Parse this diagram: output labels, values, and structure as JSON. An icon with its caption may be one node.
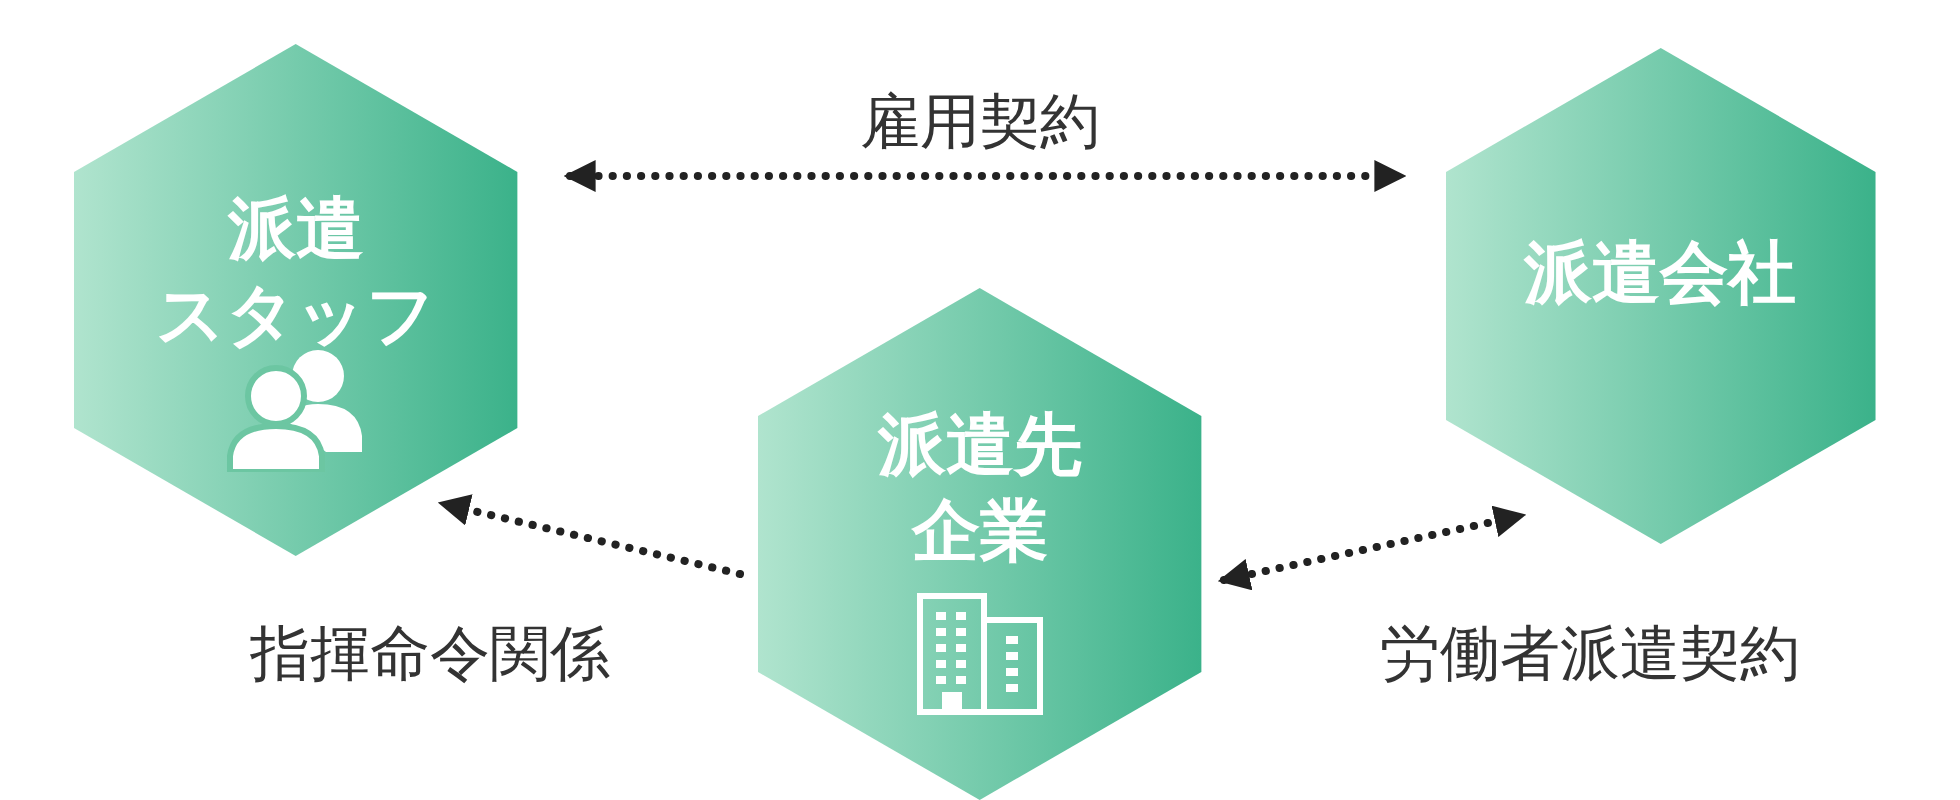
{
  "diagram": {
    "nodes": [
      {
        "text": [
          "派遣",
          "スタッフ"
        ]
      },
      {
        "text": [
          "派遣先企業"
        ]
      },
      {
        "text": [
          "派遣会社"
        ]
      }
    ],
    "edges": [
      {
        "from": 0,
        "to": 2,
        "arrow": "both",
        "label": "雇用契約",
        "style": "dashed"
      },
      {
        "from": 1,
        "to": 0,
        "arrow": "to",
        "label": "指揮命令関係",
        "style": "dashed"
      },
      {
        "from": 1,
        "to": 2,
        "arrow": "both",
        "label": "労働者派遣契約",
        "style": "dashed"
      }
    ]
  }
}
